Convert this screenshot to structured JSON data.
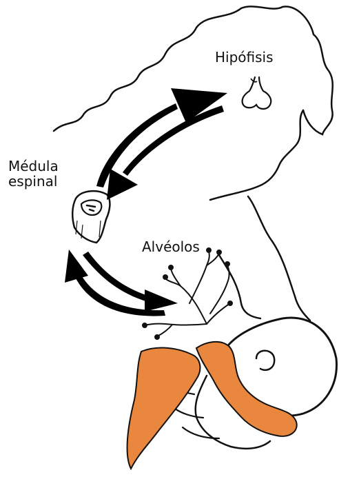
{
  "labels": {
    "pituitary": "Hipófisis",
    "spinal_cord_line1": "Médula",
    "spinal_cord_line2": "espinal",
    "alveoli": "Alvéolos"
  },
  "colors": {
    "line": "#111111",
    "arrow": "#000000",
    "breast_tissue": "#E8873D",
    "background": "#ffffff"
  },
  "icons": {
    "pituitary": "pituitary-gland-icon",
    "spinal_cord": "spinal-cord-segment-icon",
    "alveoli": "alveoli-branch-icon"
  }
}
